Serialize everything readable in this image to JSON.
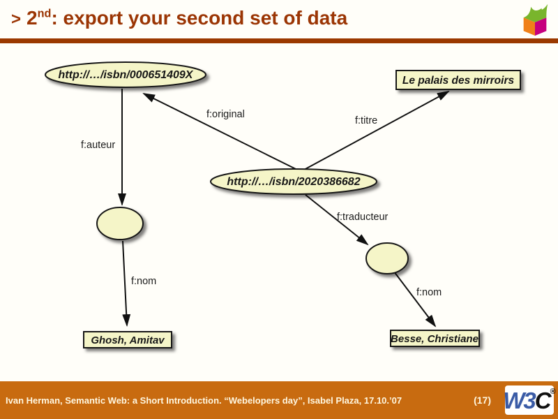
{
  "header": {
    "bullet": ">",
    "title_num": "2",
    "title_sup": "nd",
    "title_rest": ": export your second set of data"
  },
  "diagram": {
    "nodes": [
      {
        "id": "book1",
        "type": "uri",
        "label": "http://…/isbn/000651409X"
      },
      {
        "id": "title1",
        "type": "literal",
        "label": "Le palais des mirroirs"
      },
      {
        "id": "book2",
        "type": "uri",
        "label": "http://…/isbn/2020386682"
      },
      {
        "id": "blank1",
        "type": "blank",
        "label": ""
      },
      {
        "id": "blank2",
        "type": "blank",
        "label": ""
      },
      {
        "id": "name1",
        "type": "literal",
        "label": "Ghosh, Amitav"
      },
      {
        "id": "name2",
        "type": "literal",
        "label": "Besse, Christiane"
      }
    ],
    "edges": [
      {
        "label": "f:original",
        "from": "book2",
        "to": "book1"
      },
      {
        "label": "f:titre",
        "from": "book2",
        "to": "title1"
      },
      {
        "label": "f:auteur",
        "from": "book1",
        "to": "blank1"
      },
      {
        "label": "f:traducteur",
        "from": "book2",
        "to": "blank2"
      },
      {
        "label": "f:nom",
        "from": "blank1",
        "to": "name1"
      },
      {
        "label": "f:nom",
        "from": "blank2",
        "to": "name2"
      }
    ]
  },
  "footer": {
    "credit": "Ivan Herman, Semantic Web: a Short Introduction. “Webelopers day”, Isabel Plaza, 17.10.’07",
    "page": "(17)",
    "w3c_w3": "W3",
    "w3c_c": "C",
    "w3c_r": "®"
  },
  "colors": {
    "title": "#9b3504",
    "rule": "#9b3900",
    "node_fill": "#f5f5c8",
    "footer_bg": "#c86b10",
    "footer_text": "#fff7e0",
    "w3c_blue": "#3a5ba6",
    "cube_orange": "#f08019",
    "cube_magenta": "#c6007e",
    "cube_green": "#79b52c"
  }
}
